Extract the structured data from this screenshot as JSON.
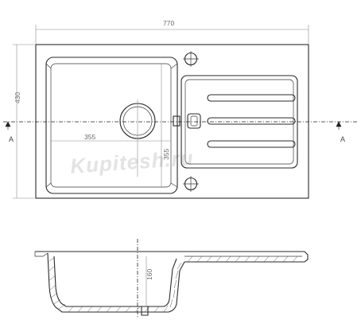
{
  "drawing": {
    "dimensions": {
      "overall_width": "770",
      "overall_depth": "430",
      "bowl_width": "355",
      "bowl_depth": "355",
      "bowl_height": "160"
    },
    "section_markers": {
      "left": "A",
      "right": "A"
    },
    "watermark": "Kupitesh.ru"
  }
}
